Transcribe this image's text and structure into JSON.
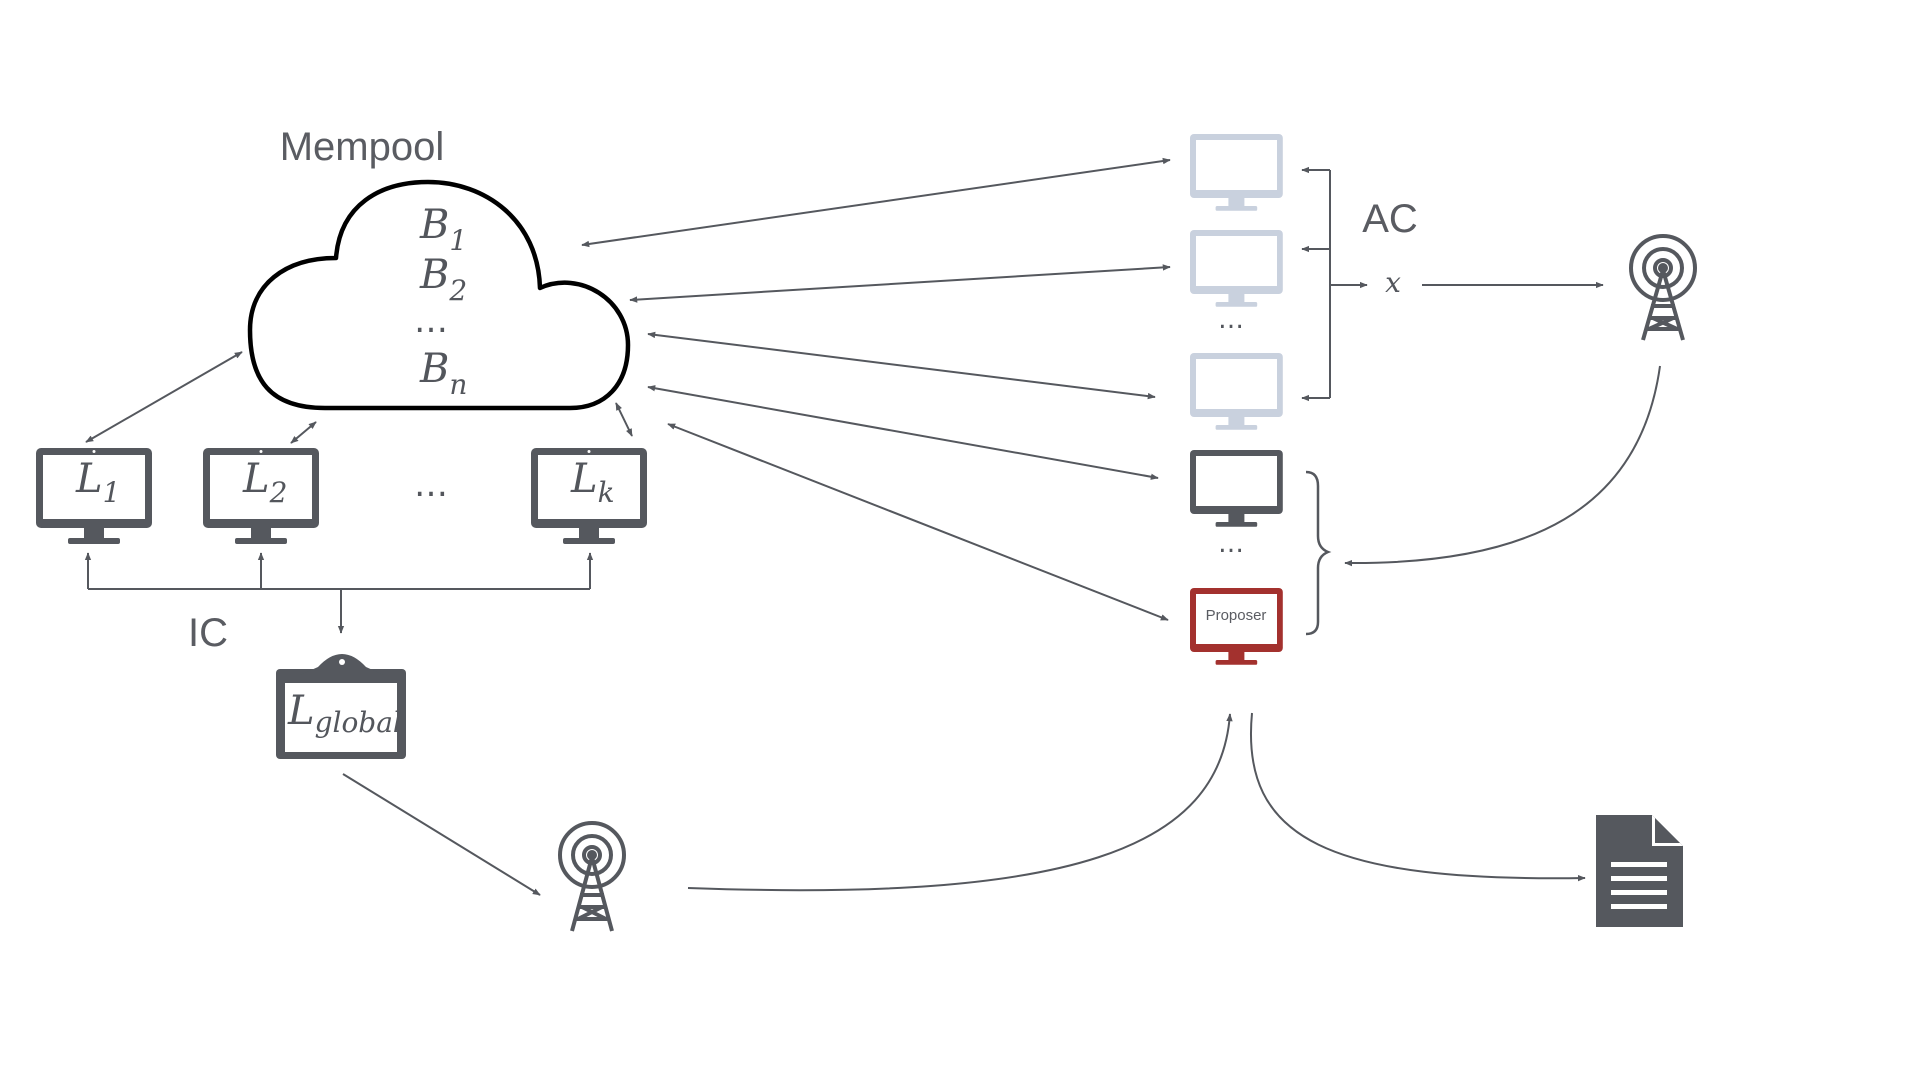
{
  "mempool": {
    "title": "Mempool",
    "blocks": [
      {
        "base": "B",
        "sub": "1"
      },
      {
        "base": "B",
        "sub": "2"
      },
      {
        "base": "B",
        "sub": "n"
      }
    ],
    "ellipsis": "…"
  },
  "ledgers": [
    {
      "base": "L",
      "sub": "1"
    },
    {
      "base": "L",
      "sub": "2"
    },
    {
      "base": "L",
      "sub": "k"
    }
  ],
  "ledgers_ellipsis": "…",
  "ic_label": "IC",
  "global_ledger": {
    "base": "L",
    "sub": "global"
  },
  "ac_label": "AC",
  "ac_output": "x",
  "ac_ellipsis": "…",
  "validators_ellipsis": "…",
  "proposer_label": "Proposer",
  "colors": {
    "dark": "#55585e",
    "light_node": "#c9d1de",
    "proposer": "#a3312e"
  },
  "icons": {
    "cloud": "cloud-icon",
    "monitor": "monitor-icon",
    "clipboard": "clipboard-icon",
    "antenna": "antenna-tower-icon",
    "document": "document-icon"
  }
}
